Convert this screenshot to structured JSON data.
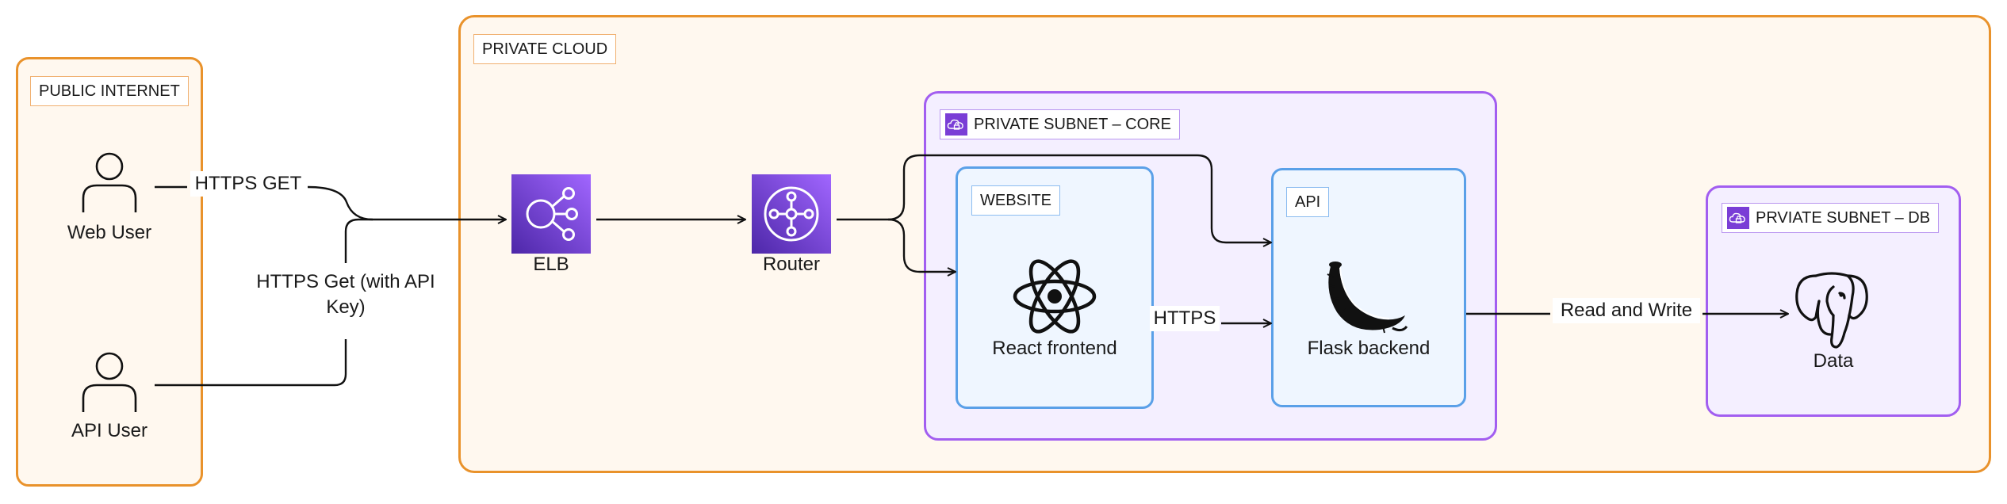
{
  "groups": {
    "public_internet": "PUBLIC INTERNET",
    "private_cloud": "PRIVATE CLOUD",
    "subnet_core": "PRIVATE SUBNET – CORE",
    "subnet_db": "PRVIATE SUBNET – DB",
    "website": "WEBSITE",
    "api": "API"
  },
  "nodes": {
    "web_user": "Web User",
    "api_user": "API User",
    "elb": "ELB",
    "router": "Router",
    "react": "React frontend",
    "flask": "Flask backend",
    "data": "Data"
  },
  "edges": {
    "https_get": "HTTPS GET",
    "https_get_api_key": "HTTPS Get (with API Key)",
    "https": "HTTPS",
    "read_write": "Read and Write"
  },
  "colors": {
    "group_orange": "#e9922b",
    "subnet_purple": "#a25ef0",
    "card_blue": "#5aa0e8",
    "aws_icon_purple": "#7a3ed6"
  },
  "icons": {
    "user": "user-icon",
    "elb": "load-balancer-icon",
    "router": "router-icon",
    "react": "react-logo-icon",
    "flask": "flask-logo-icon",
    "postgres": "postgresql-elephant-icon",
    "subnet": "cloud-lock-icon"
  }
}
